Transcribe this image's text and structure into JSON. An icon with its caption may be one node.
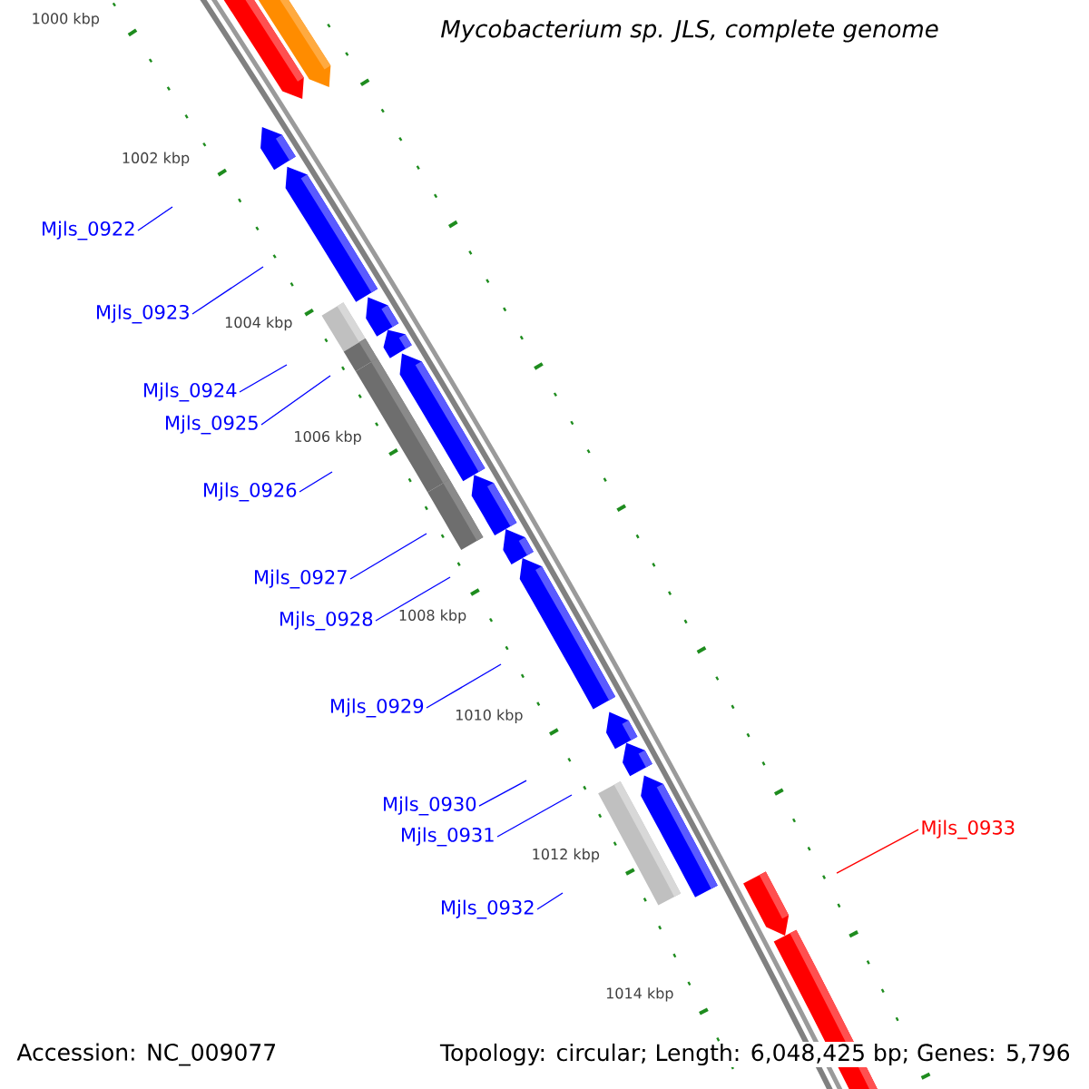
{
  "diagram": {
    "title": "Mycobacterium sp. JLS, complete genome",
    "nodes": [
      {
        "text": [
          "Mjls_0922"
        ]
      },
      {
        "text": [
          "Mjls_0923"
        ]
      },
      {
        "text": [
          "Mjls_0924"
        ]
      },
      {
        "text": [
          "Mjls_0925"
        ]
      },
      {
        "text": [
          "Mjls_0926"
        ]
      },
      {
        "text": [
          "Mjls_0927"
        ]
      },
      {
        "text": [
          "Mjls_0928"
        ]
      },
      {
        "text": [
          "Mjls_0929"
        ]
      },
      {
        "text": [
          "Mjls_0930"
        ]
      },
      {
        "text": [
          "Mjls_0931"
        ]
      },
      {
        "text": [
          "Mjls_0932"
        ]
      },
      {
        "text": [
          "Mjls_0933"
        ]
      }
    ],
    "edges": [
      {
        "from": 0,
        "to": null,
        "arrow": "none"
      },
      {
        "from": 1,
        "to": null,
        "arrow": "none"
      },
      {
        "from": 2,
        "to": null,
        "arrow": "none"
      },
      {
        "from": 3,
        "to": null,
        "arrow": "none"
      },
      {
        "from": 4,
        "to": null,
        "arrow": "none"
      },
      {
        "from": 5,
        "to": null,
        "arrow": "none"
      },
      {
        "from": 6,
        "to": null,
        "arrow": "none"
      },
      {
        "from": 7,
        "to": null,
        "arrow": "none"
      },
      {
        "from": 8,
        "to": null,
        "arrow": "none"
      },
      {
        "from": 9,
        "to": null,
        "arrow": "none"
      },
      {
        "from": 10,
        "to": null,
        "arrow": "none"
      },
      {
        "from": 11,
        "to": null,
        "arrow": "none",
        "color": "#ff0000"
      }
    ],
    "labels": [
      "1000 kbp",
      "1002 kbp",
      "1004 kbp",
      "1006 kbp",
      "1008 kbp",
      "1010 kbp",
      "1012 kbp",
      "1014 kbp",
      "Accession: NC_009077",
      "Topology: circular; Length: 6,048,425 bp; Genes: 5,796"
    ]
  }
}
